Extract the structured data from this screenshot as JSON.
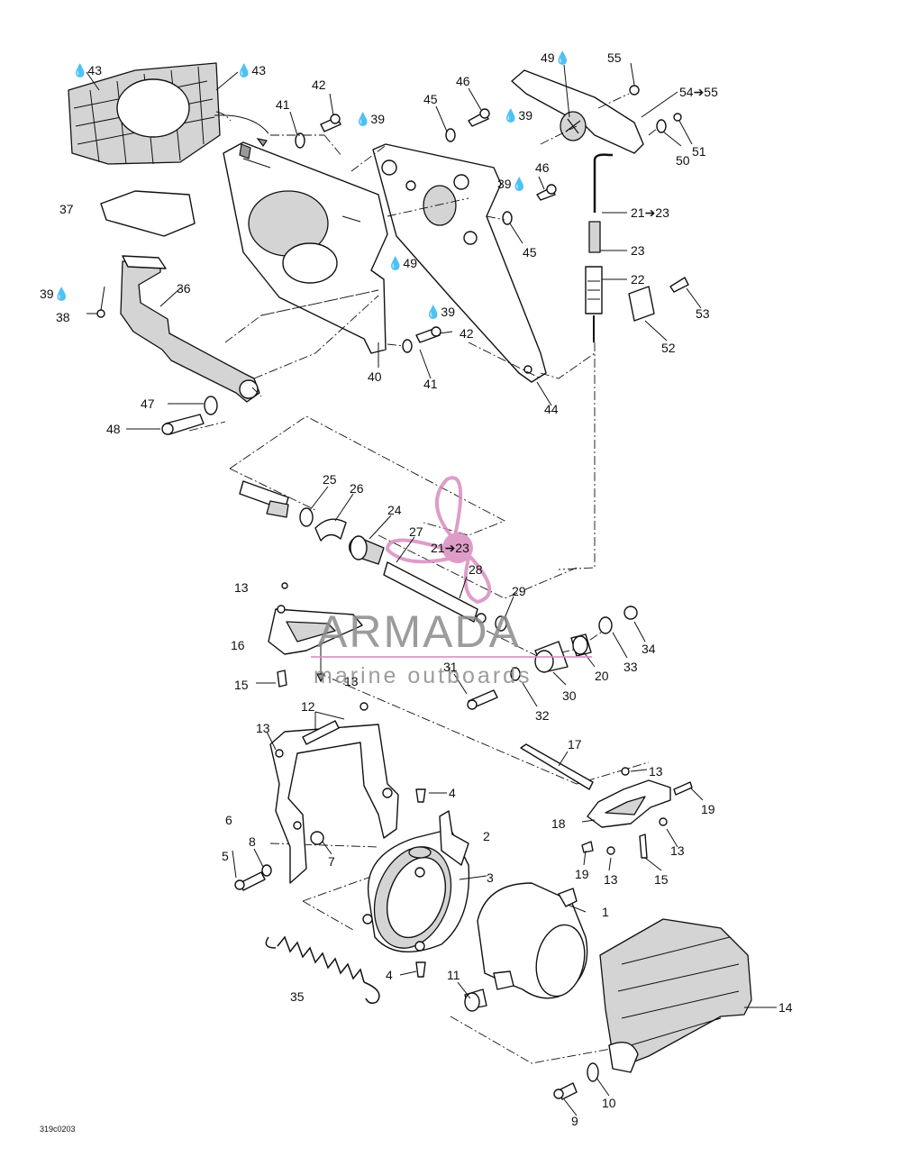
{
  "diagram_code": "319c0203",
  "watermark": {
    "brand": "ARMADA",
    "tagline": "marine outboards",
    "prop_color": "#d98cc0"
  },
  "labels": {
    "l43a": "💧43",
    "l43b": "💧43",
    "l41a": "41",
    "l42a": "42",
    "l39a": "💧39",
    "l45a": "45",
    "l46a": "46",
    "l39b": "💧39",
    "l49a": "49💧",
    "l55": "55",
    "l54": "54➔55",
    "l50": "50",
    "l51": "51",
    "l39c": "39💧",
    "l46b": "46",
    "l2123a": "21➔23",
    "l23": "23",
    "l22": "22",
    "l45b": "45",
    "l37": "37",
    "l49b": "💧49",
    "l53": "53",
    "l52": "52",
    "l39d": "39💧",
    "l38": "38",
    "l36": "36",
    "l39e": "💧39",
    "l42b": "42",
    "l40": "40",
    "l41b": "41",
    "l44": "44",
    "l47": "47",
    "l48": "48",
    "l25": "25",
    "l26": "26",
    "l24": "24",
    "l27": "27",
    "l2123b": "21➔23",
    "l28": "28",
    "l13a": "13",
    "l29": "29",
    "l16": "16",
    "l34": "34",
    "l31": "31",
    "l20": "20",
    "l33": "33",
    "l15a": "15",
    "l13b": "13",
    "l30": "30",
    "l32": "32",
    "l12": "12",
    "l13c": "13",
    "l17": "17",
    "l13d": "13",
    "l4a": "4",
    "l19a": "19",
    "l18": "18",
    "l6": "6",
    "l2": "2",
    "l13e": "13",
    "l8": "8",
    "l5": "5",
    "l7": "7",
    "l19b": "19",
    "l13f": "13",
    "l15b": "15",
    "l3": "3",
    "l1": "1",
    "l35": "35",
    "l4b": "4",
    "l11": "11",
    "l14": "14",
    "l10": "10",
    "l9": "9"
  }
}
